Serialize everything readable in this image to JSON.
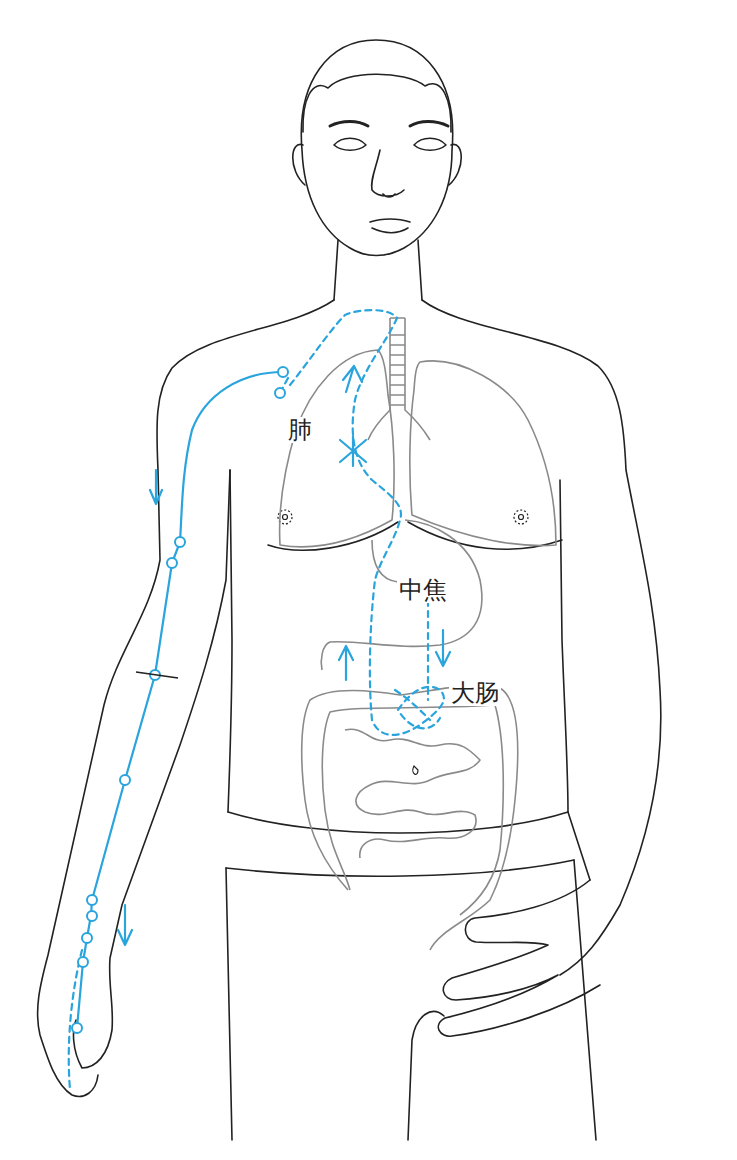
{
  "diagram": {
    "labels": [
      "肺",
      "中焦",
      "大肠"
    ]
  }
}
